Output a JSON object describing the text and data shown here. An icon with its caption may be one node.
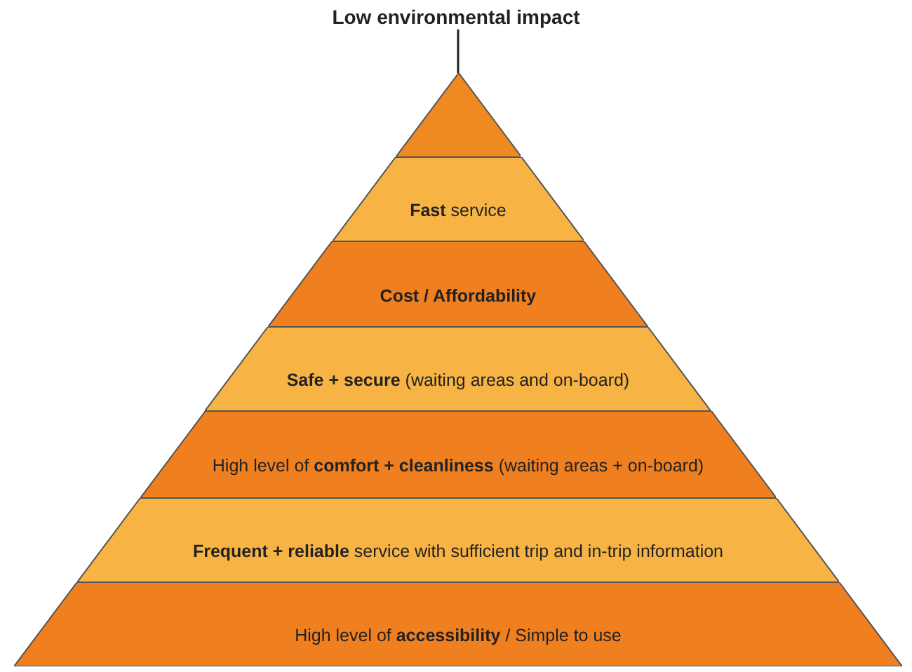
{
  "diagram": {
    "nodes": [
      {
        "text": [
          "Low environmental impact"
        ]
      },
      {
        "text": [],
        "shape": "triangle"
      },
      {
        "text": [
          "**Fast** service"
        ]
      },
      {
        "text": [
          "Cost / Affordability"
        ]
      },
      {
        "text": [
          "**Safe + secure** (waiting areas and on-board)"
        ]
      },
      {
        "text": [
          "High level of **comfort + cleanliness** (waiting areas + on-board)"
        ]
      },
      {
        "text": [
          "**Frequent + reliable** service with sufficient trip and in-trip information"
        ]
      },
      {
        "text": [
          "High level of **accessibility** / Simple to use"
        ]
      }
    ],
    "edges": [
      {
        "from": 0,
        "to": 1,
        "arrow": "none"
      }
    ]
  }
}
